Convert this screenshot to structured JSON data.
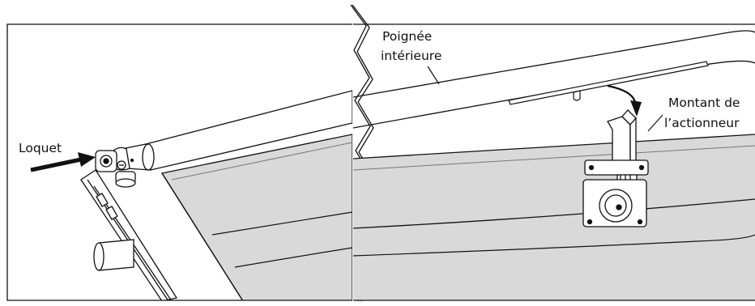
{
  "left_panel": {
    "callout_latch": "Loquet"
  },
  "right_panel": {
    "callout_handle_line1": "Poignée",
    "callout_handle_line2": "intérieure",
    "callout_post_line1": "Montant de",
    "callout_post_line2": "l’actionneur"
  },
  "colors": {
    "shade": "#d9d9d9",
    "stroke": "#111111",
    "background": "#ffffff"
  },
  "icons": [
    "push-arrow-icon",
    "rotation-arrow-icon"
  ]
}
